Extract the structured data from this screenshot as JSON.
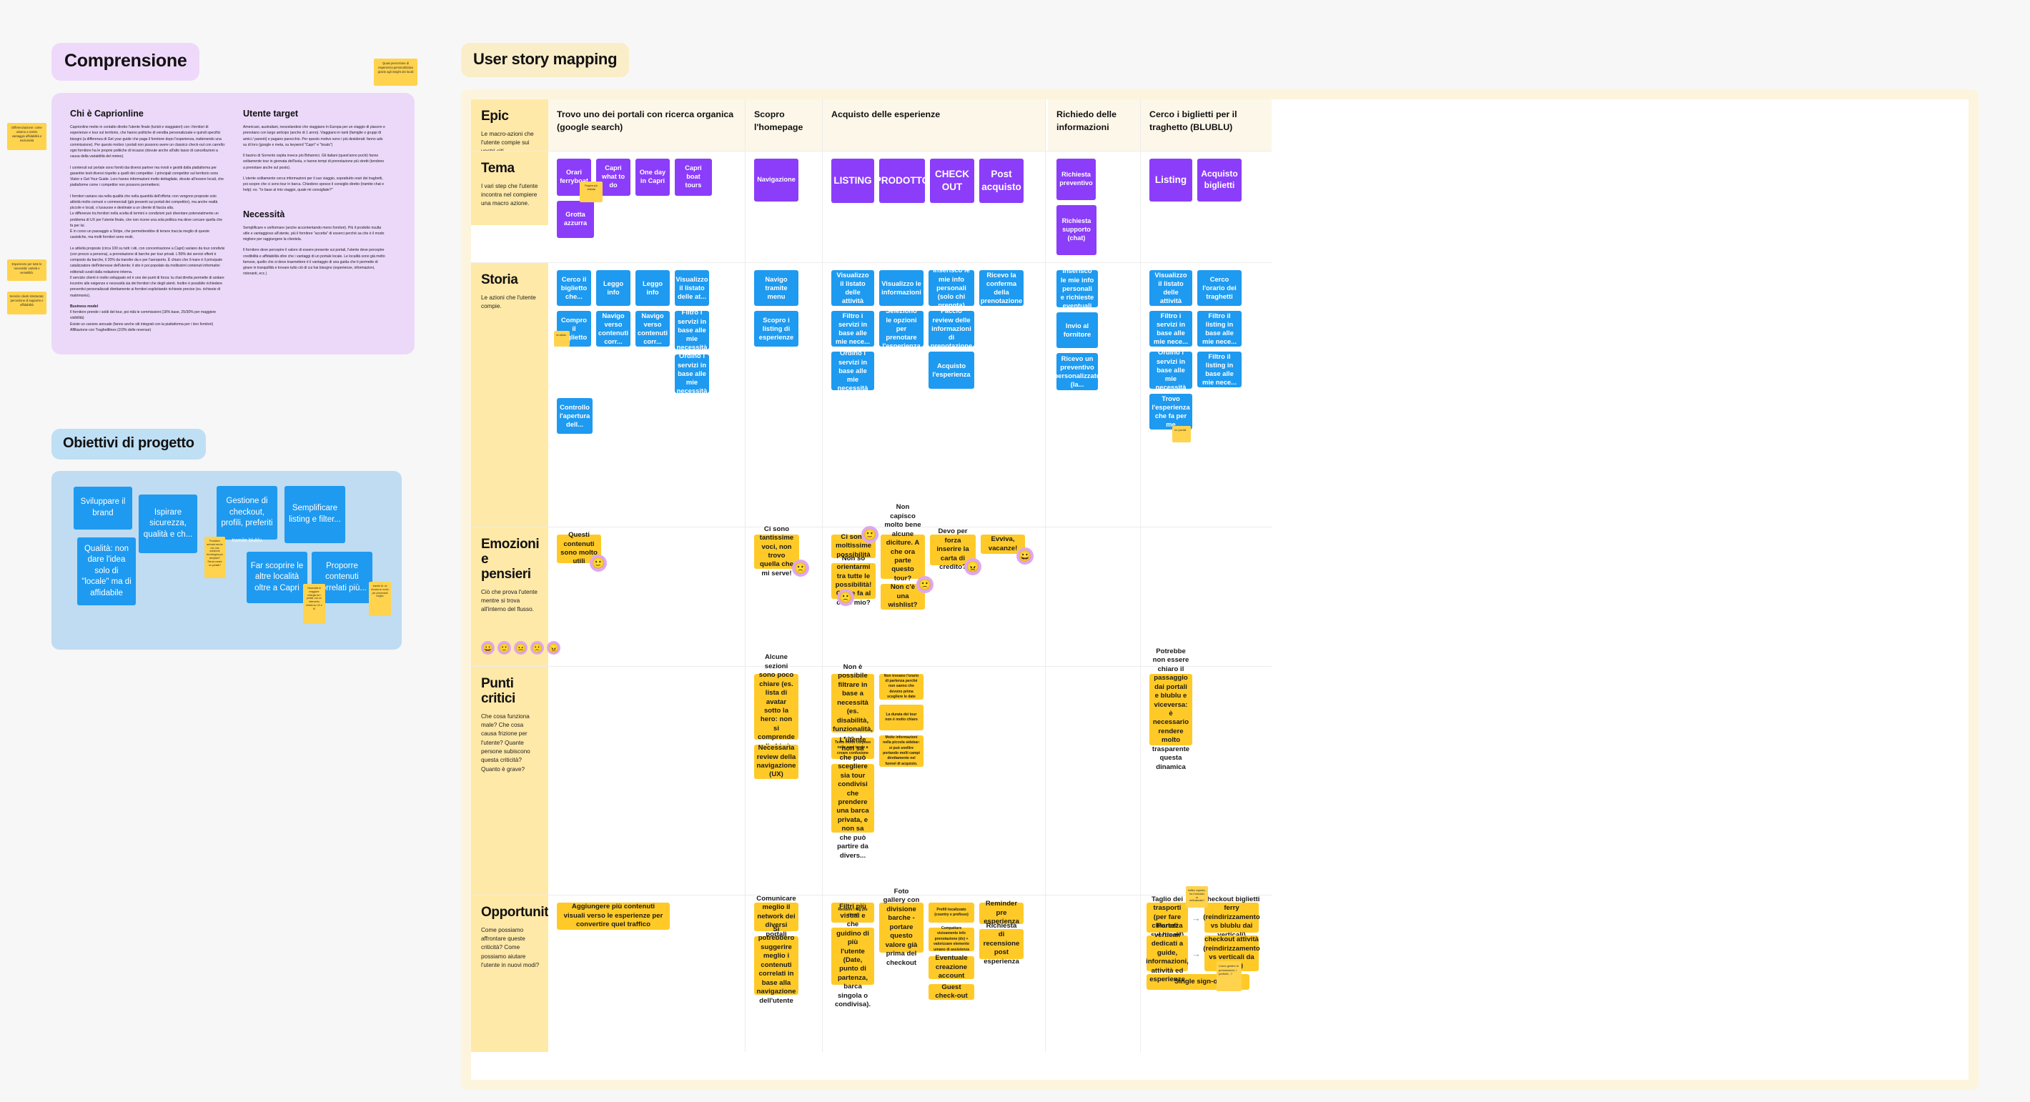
{
  "comprensione": {
    "title": "Comprensione",
    "col1_heading": "Chi è Caprionline",
    "col1_p1": "Caprionline mette in contatto diretto l'utente finale (turisti e viaggiatori) con i fornitori di esperienze e tour sul territorio, che hanno politiche di vendita personalizzate e quindi specifici bisogni (a differenza di Get your guide che paga il fornitore dopo l'esperienza, trattenendo una commissione). Per questo motivo i portali non possono avere un classico check-out con carrello: ogni fornitore ha le proprie politiche di incasso (dovute anche all'alto tasso di cancellazioni a causa della variabilità del meteo).",
    "col1_p2": "I contenuti sul portale sono forniti dai diversi partner ma rivisti e gestiti dalla piattaforma per garantire testi diversi rispetto a quelli dei competitor. I principali competitor sul territorio sono Viator e Get Your Guide. Loro hanno informazioni molto dettagliate, dovute all'essere locali, che piattaforme come i competitor non possono permettersi.",
    "col1_p3": "I fornitori variano sia nella qualità che nella quantità dell'offerta: non vengono proposte solo attività molto comuni e commerciali (già presenti sui portali dei competitor), ma anche realtà piccole e locali, o lussuose e destinate a un cliente di fascia alta.",
    "col1_p4": "Le differenze tra fornitori nella scelta di termini e condizioni può diventare potenzialmente un problema di UX per l'utente finale, che non riceve una sola politica ma deve cercare quella che fa per lui.",
    "col1_p5": "È in corso un passaggio a Stripe, che permetterebbe di tenere traccia meglio di queste casistiche, ma molti fornitori sono restii.",
    "col1_p6": "Le attività proposte (circa 100 su tutti i siti, con concentrazione a Capri) variano da tour condivisi (con prezzo a persona), a prenotazione di barche per tour privati. L'80% dei servizi offerti è composto da barche, il 20% da transfer da e per l'aeroporto. È chiaro che il mare è il principale catalizzatore dell'interesse dell'utente; il sito è poi popolato da moltissimi contenuti informativi editoriali curati dalla redazione interna.",
    "col1_p7": "Il servizio clienti è molto sviluppato ed è uno dei punti di forza: la chat diretta permette di andare incontro alle esigenze e necessità sia dei fornitori che degli utenti. Inoltre è possibile richiedere preventivi personalizzati direttamente ai fornitori esplicitando richieste precise (es. richieste di matrimonio).",
    "col1_business_heading": "Business model",
    "col1_b1": "Il fornitore prende i soldi del tour, poi ridà le commissioni (18% base, 25/30% per maggiore visibilità)",
    "col1_b2": "Esiste un canone annuale (fanno anche siti integrati con la piattaforma per i loro fornitori)",
    "col1_b3": "Affiliazione con Traghettlines (2/3% delle revenue)",
    "col2_heading": "Utente target",
    "col2_p1": "Americani, australiani, neozelandesi che viaggiano in Europa per un viaggio di piacere e prenotano con largo anticipo (anche di 1 anno). Viaggiano in tanti (famiglie o gruppi di amici / parenti) e pagano parecchio. Per questo motivo sono i più desiderati: fanno ads su di loro (google e meta, su keyword \"Capri\" e \"boats\")",
    "col2_p2": "Il bacino di Sorrento ospita invece più Britannici. Gli italiani (quest'anno pochi) fanno solitamente tour in giornata dell'isola, e hanno tempi di prenotazione più stretti (tendono a prenotare anche sul posto).",
    "col2_p3": "L'utente solitamente cerca informazioni per il suo viaggio, soprattutto orari dei traghetti, poi scopre che ci sono tour in barca. Chiedono spesso il consiglio diretto (tramite chat e help): es. \"In base al mio viaggio, quale mi consigliate?\"",
    "col2_heading2": "Necessità",
    "col2_p4": "Semplificare e uniformare (anche accontentando meno fornitori). Più il prodotto risulta utile e vantaggioso all'utente, più il fornitore \"accetta\" di esserci perché sa che è il modo migliore per raggiungere la clientela.",
    "col2_p5": "Il fornitore deve percepire il valore di essere presente sui portali, l'utente deve percepire credibilità e affidabilità oltre che i vantaggi di un portale locale. Le località sono già molto famose, quello che si deve trasmettere è il vantaggio di una guida che ti permette di girare in tranquillità e trovare tutto ciò di cui hai bisogno (esperienze, informazioni, ristoranti, ecc.)",
    "note_target": "Quasi percezione di esperienza personalizzata grazie agli insight dei locali",
    "note_edge1": "Differenziazione: come usiamo a nostro vantaggio affidabilità e esclusività",
    "note_edge2": "Esperienze per tutte le necessità: varietà e versatilità.",
    "note_edge3": "Servizio clienti strutturato: percezione di supporto e affidabilità"
  },
  "obiettivi": {
    "title": "Obiettivi di progetto",
    "goals": [
      {
        "label": "Sviluppare il brand"
      },
      {
        "label": "Ispirare sicurezza, qualità e ch..."
      },
      {
        "label": "Qualità: non dare l'idea solo di \"locale\" ma di affidabile"
      },
      {
        "label": "Gestione di checkout, profili, preferiti",
        "sub": "tramite blublu"
      },
      {
        "label": "Semplificare listing e filter..."
      },
      {
        "label": "Far scoprire le altre località oltre a Capri"
      },
      {
        "label": "Proporre contenuti correlati più..."
      }
    ],
    "notes": [
      "Possiamo arrivarci anche con una soluzione tecnologica più semplice? Senza creare un portale?",
      "Necessità di maggiore sinergia tra i portali, con un intervento mirato su UX e UI",
      "tramite AI: va trovato un modo per presentarli meglio"
    ]
  },
  "usm": {
    "title": "User story mapping",
    "rows": [
      {
        "name": "Epic",
        "desc": "Le macro-azioni che l'utente compie sui vostri siti."
      },
      {
        "name": "Tema",
        "desc": "I vari step che l'utente incontra nel compiere una macro azione."
      },
      {
        "name": "Storia",
        "desc": "Le azioni che l'utente compie."
      },
      {
        "name": "Emozioni e pensieri",
        "desc": "Ciò che prova l'utente mentre si trova all'interno del flusso."
      },
      {
        "name": "Punti critici",
        "desc": "Che cosa funziona male? Che cosa causa frizione per l'utente? Quante persone subiscono questa criticità? Quanto è grave?"
      },
      {
        "name": "Opportunità",
        "desc": "Come possiamo affrontare queste criticità? Come possiamo aiutare l'utente in nuovi modi?"
      }
    ],
    "epics": [
      "Trovo uno dei portali con ricerca organica (google search)",
      "Scopro l'homepage",
      "Acquisto delle esperienze",
      "Richiedo delle informazioni",
      "Cerco i biglietti per il traghetto (BLUBLU)"
    ],
    "tema": {
      "c1": [
        "Orari ferryboat",
        "Capri what to do",
        "One day in Capri",
        "Capri boat tours",
        "Grotta azzurra"
      ],
      "c1_note": "Pagina più visitata",
      "c2": [
        "Navigazione"
      ],
      "c3": [
        "LISTING",
        "PRODOTTO",
        "CHECK OUT",
        "Post acquisto"
      ],
      "c4": [
        "Richiesta preventivo",
        "Richiesta supporto (chat)"
      ],
      "c5": [
        "Listing",
        "Acquisto biglietti"
      ]
    },
    "storia": {
      "c1_col1": [
        "Cerco il biglietto che...",
        "Compro il biglietto"
      ],
      "c1_col1_note": "vs blublu",
      "c1_col2": [
        "Leggo info",
        "Navigo verso contenuti corr..."
      ],
      "c1_col3": [
        "Leggo info",
        "Navigo verso contenuti corr..."
      ],
      "c1_col4": [
        "Visualizzo il listato delle at...",
        "Filtro i servizi in base alle mie necessità",
        "Ordino i servizi in base alle mie necessità"
      ],
      "c1_col5": [
        "Controllo l'apertura dell..."
      ],
      "c2_col1": [
        "Navigo tramite menu",
        "Scopro i listing di esperienze"
      ],
      "c3_col1": [
        "Visualizzo il listato delle attività",
        "Filtro i servizi in base alle mie nece...",
        "Ordino i servizi in base alle mie necessità"
      ],
      "c3_col2": [
        "Visualizzo le informazioni",
        "Seleziono le opzioni per prenotare l'esperienza"
      ],
      "c3_col3": [
        "Inserisco le mie info personali (solo chi prenota)",
        "Faccio review delle informazioni di prenotazione",
        "Acquisto l'esperienza"
      ],
      "c3_col4": [
        "Ricevo la conferma della prenotazione"
      ],
      "c4_col1": [
        "Inserisco le mie info personali e richieste eventuali",
        "Invio al fornitore",
        "Ricevo un preventivo personalizzato (la..."
      ],
      "c5_col1": [
        "Visualizzo il listato delle attività",
        "Filtro i servizi in base alle mie nece...",
        "Ordino i servizi in base alle mie necessità",
        "Trovo l'esperienza che fa per me"
      ],
      "c5_col1_note": "vs i portali",
      "c5_col2": [
        "Cerco l'orario dei traghetti",
        "Filtro il listing in base alle mie nece...",
        "Filtro il listing in base alle mie nece..."
      ]
    },
    "emozioni": {
      "c1": [
        {
          "text": "Questi contenuti sono molto utili",
          "face": "happy"
        }
      ],
      "c2": [
        {
          "text": "Ci sono tantissime voci, non trovo quella che mi serve!",
          "face": "sad"
        }
      ],
      "c3_col1": [
        {
          "text": "Ci sono moltissime possibilità",
          "face": "happy",
          "facePos": "top"
        },
        {
          "text": "Non so orientarmi tra tutte le possibilità! Quale fa al caso mio?",
          "face": "sad"
        }
      ],
      "c3_col2": [
        {
          "text": "Non capisco molto bene alcune diciture. A che ora parte questo tour? Chiedo in chat per sicurezza.",
          "face": "sad"
        },
        {
          "text": "Non c'è una wishlist?",
          "face": ""
        }
      ],
      "c3_col3": [
        {
          "text": "Devo per forza inserire la carta di credito?",
          "face": "angry"
        }
      ],
      "c3_col4": [
        {
          "text": "Evviva, vacanze!",
          "face": "veryhappy"
        }
      ],
      "legend": [
        "veryhappy",
        "happy",
        "neutral",
        "sad",
        "angry"
      ]
    },
    "punti": {
      "c2": [
        "Alcune sezioni sono poco chiare (es. lista di avatar sotto la hero: non si comprende di chi si tratti)",
        "Necessaria review della navigazione (UX)"
      ],
      "c3_col1_big": [
        "Non è possibile filtrare in base a necessità (es. disabilità, funzionalità, ecc...)",
        "L'utente non sa che può scegliere sia tour condivisi che prendere una barca privata, e non sa che può partire da divers..."
      ],
      "c3_col1_tiny": [
        "Testo molto corposo nelle card tende a creare confusione"
      ],
      "c3_col2_tiny": [
        "Non trovano l'orario di partenza perché non sanno che devono prima scegliere le date",
        "La durata dei tour non è molto chiaro",
        "Molte informazioni nella piccola sidebar: si può snellire portando molti campi direttamente nel funnel di acquisto."
      ],
      "c5": [
        "Potrebbe non essere chiaro il passaggio dai portali e blublu e viceversa: è necessario rendere molto trasparente questa dinamica"
      ]
    },
    "opportunita": {
      "c1": [
        "Aggiungere più contenuti visuali verso le esperienze per convertire quel traffico"
      ],
      "c2": [
        "Comunicare meglio il network dei diversi portali",
        "Si potrebbero suggerire meglio i contenuti correlati in base alla navigazione dell'utente"
      ],
      "c3_col1_tiny": [
        "Rendere i tag più visual"
      ],
      "c3_col1_big": [
        "Filtri più visual e che guidino di più l'utente (Date, punto di partenza, barca singola o condivisa)."
      ],
      "c3_col2": [
        "Foto gallery con divisione barche - portare questo valore già prima del checkout"
      ],
      "c3_col3_tiny": [
        "Prefill localizzato (country e prefisso)",
        "Compattare visivamente info prenotazione (dx) + valorizzare elemento umano di assistenza"
      ],
      "c3_col3_big": [
        "Eventuale creazione account",
        "Guest check-out"
      ],
      "c3_col4": [
        "Reminder pre esperienza",
        "Richiesta di recensione post esperienza"
      ],
      "c5_r1a": "Taglio dei trasporti (per fare chiarezza sul brand)",
      "c5_r1b": "checkout biglietti ferry (reindirizzamento vs blublu dai verticali)",
      "c5_r2a": "Portali verticali dedicati a guide, informazioni, attività ed esperienze",
      "c5_r2b": "checkout attività (reindirizzamento vs verticali da blublu)",
      "c5_r3": "Single sign-on",
      "c5_note_top": "traffico organico, tra il veicolato vs verticalizzato?",
      "c5_note_bottom": "Come gestire le prenotazioni, i preferiti...?"
    }
  },
  "colors": {
    "purple_card": "#8b3dfa",
    "blue_card": "#1e9af0",
    "yellow_card": "#ffca28",
    "sticky": "#ffd34d",
    "comprensione_bg": "#ecd9fa",
    "obiettivi_bg": "#bfdcf2",
    "usm_bg": "#fdf4dd",
    "rowlabel_bg": "#ffe9a8"
  }
}
